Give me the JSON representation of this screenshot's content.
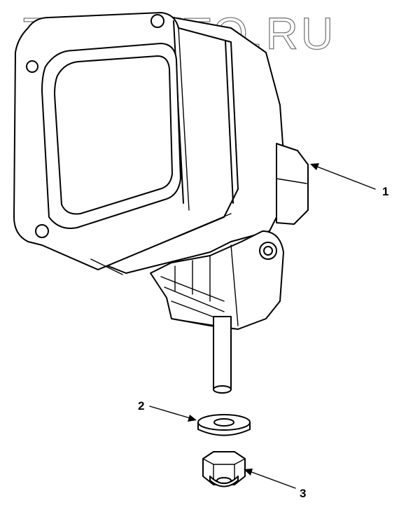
{
  "watermark": "ZURAVTO.RU",
  "callouts": [
    {
      "number": "1"
    },
    {
      "number": "2"
    },
    {
      "number": "3"
    }
  ]
}
